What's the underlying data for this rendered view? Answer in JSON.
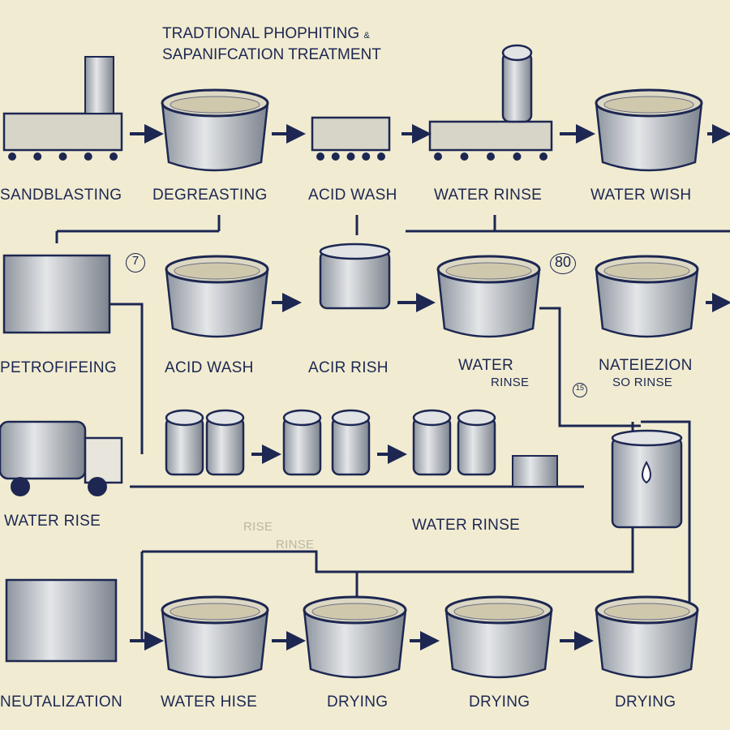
{
  "title": {
    "line1": "TRADTIONAL PHOPHITING",
    "line1_suffix": "&",
    "line2": "SAPANIFCATION TREATMENT"
  },
  "row1": [
    "SANDBLASTING",
    "DEGREASTING",
    "ACID WASH",
    "WATER RINSE",
    "WATER WISH"
  ],
  "row2": [
    "PETROFIFEING",
    "ACID WASH",
    "ACIR RISH",
    "WATER",
    "NATEIEZION"
  ],
  "row2_sub": {
    "water": "RINSE",
    "nat": "SO RINSE"
  },
  "row2_badges": [
    "7",
    "80",
    "15"
  ],
  "row3": {
    "left": "WATER RISE",
    "faint1": "RISE",
    "faint2": "RINSE",
    "right": "WATER RINSE"
  },
  "row4": [
    "NEUTALIZATION",
    "WATER HISE",
    "DRYING",
    "DRYING",
    "DRYING"
  ],
  "colors": {
    "background": "#f1ecd1",
    "ink": "#1d2752",
    "metal": "#c9ccd0"
  }
}
